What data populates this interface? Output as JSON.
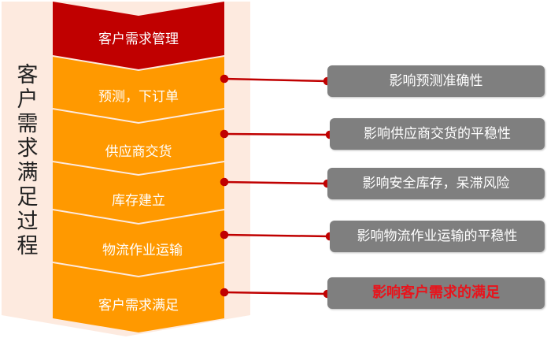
{
  "side_label": "客户需求满足过程",
  "steps": [
    {
      "label": "客户需求管理"
    },
    {
      "label": "预测，下订单"
    },
    {
      "label": "供应商交货"
    },
    {
      "label": "库存建立"
    },
    {
      "label": "物流作业运输"
    },
    {
      "label": "客户需求满足"
    }
  ],
  "impacts": [
    {
      "label": "影响预测准确性"
    },
    {
      "label": "影响供应商交货的平稳性"
    },
    {
      "label": "影响安全库存，呆滞风险"
    },
    {
      "label": "影响物流作业运输的平稳性"
    },
    {
      "label": "影响客户需求的满足"
    }
  ],
  "colors": {
    "header": "#c00000",
    "step": "#ff9900",
    "background_arrow": "#fde9de",
    "box": "#7f7f7f",
    "connector": "#c00000",
    "highlight": "#e8141c"
  }
}
